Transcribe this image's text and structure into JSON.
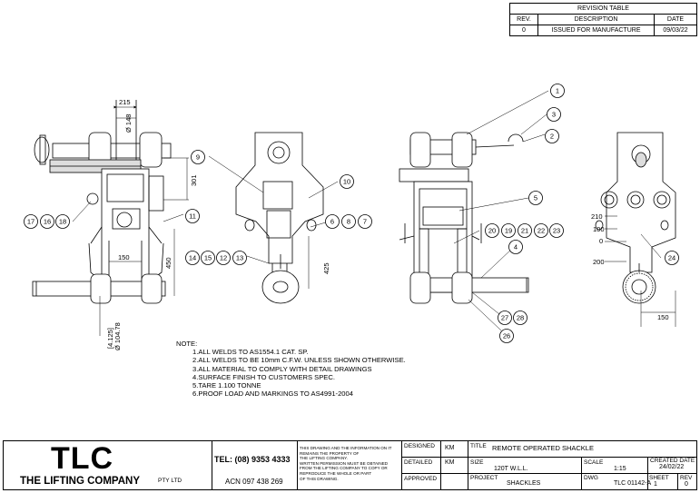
{
  "revision_table": {
    "title": "REVISION TABLE",
    "headers": [
      "REV.",
      "DESCRIPTION",
      "DATE"
    ],
    "rows": [
      [
        "0",
        "ISSUED FOR MANUFACTURE",
        "09/03/22"
      ]
    ]
  },
  "dimensions": {
    "d215": "215",
    "d148": "Ø 148",
    "d301": "301",
    "d150_left": "150",
    "d450": "450",
    "d4125": "[4.125]",
    "d10478": "Ø 104.78",
    "d425": "425",
    "d210": "210",
    "d100": "100",
    "d0": "0",
    "d200": "200",
    "d150_right": "150"
  },
  "balloons": [
    "1",
    "2",
    "3",
    "4",
    "5",
    "6",
    "7",
    "8",
    "9",
    "10",
    "11",
    "12",
    "13",
    "14",
    "15",
    "16",
    "17",
    "18",
    "19",
    "20",
    "21",
    "22",
    "23",
    "24",
    "26",
    "27",
    "28"
  ],
  "notes": {
    "heading": "NOTE:",
    "items": [
      "1.ALL WELDS TO AS1554.1 CAT. SP.",
      "2.ALL WELDS TO BE 10mm C.F.W. UNLESS SHOWN OTHERWISE.",
      "3.ALL MATERIAL TO COMPLY WITH DETAIL DRAWINGS",
      "4.SURFACE FINISH TO CUSTOMERS SPEC.",
      "5.TARE 1.100 TONNE",
      "6.PROOF LOAD AND MARKINGS TO AS4991-2004"
    ]
  },
  "title_block": {
    "logo": "TLC",
    "company": "THE LIFTING COMPANY",
    "pty": "PTY LTD",
    "tel": "TEL: (08) 9353 4333",
    "acn": "ACN 097 438 269",
    "copyright": [
      "THIS DRAWING AND THE INFORMATION ON IT",
      "REMAINS THE PROPERTY OF",
      "THE LIFTING COMPANY.",
      "WRITTEN PERMISSION MUST BE OBTAINED",
      "FROM THE LIFTING COMPANY TO COPY OR",
      "REPRODUCE THE WHOLE OR PART",
      "OF THIS DRAWING."
    ],
    "designed_label": "DESIGNED",
    "designed": "KM",
    "detailed_label": "DETAILED",
    "detailed": "KM",
    "approved_label": "APPROVED",
    "title_label": "TITLE",
    "title": "REMOTE OPERATED SHACKLE",
    "size_label": "SIZE",
    "size": "120T W.L.L.",
    "scale_label": "SCALE",
    "scale": "1:15",
    "created_label": "CREATED DATE",
    "created": "24/02/22",
    "project_label": "PROJECT",
    "project": "SHACKLES",
    "dwg_label": "DWG",
    "dwg": "TLC 01142-A",
    "sheet_label": "SHEET",
    "sheet": "1",
    "rev_label": "REV",
    "rev": "0"
  }
}
